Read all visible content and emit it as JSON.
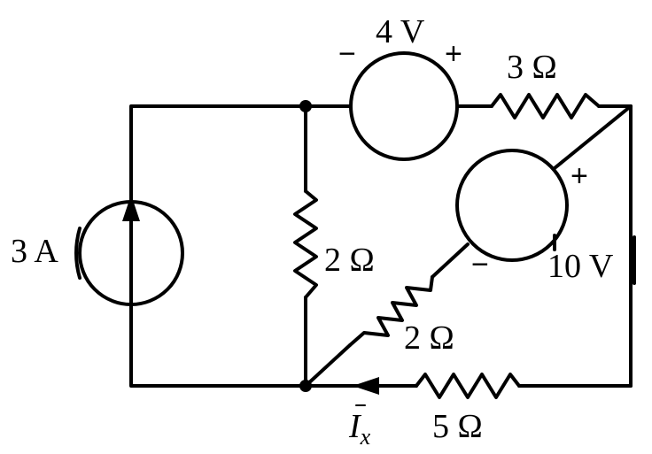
{
  "components": {
    "source_4v": {
      "label": "4 V",
      "minus": "−",
      "plus": "+"
    },
    "source_10v": {
      "label": "10 V",
      "minus": "−",
      "plus": "+"
    },
    "current_source": {
      "label": "3 A"
    },
    "resistor_top": {
      "label": "3 Ω"
    },
    "resistor_mid": {
      "label": "2 Ω"
    },
    "resistor_diag": {
      "label": "2 Ω"
    },
    "resistor_bottom": {
      "label": "5 Ω"
    }
  },
  "current_label": {
    "main": "I",
    "sub": "x"
  }
}
